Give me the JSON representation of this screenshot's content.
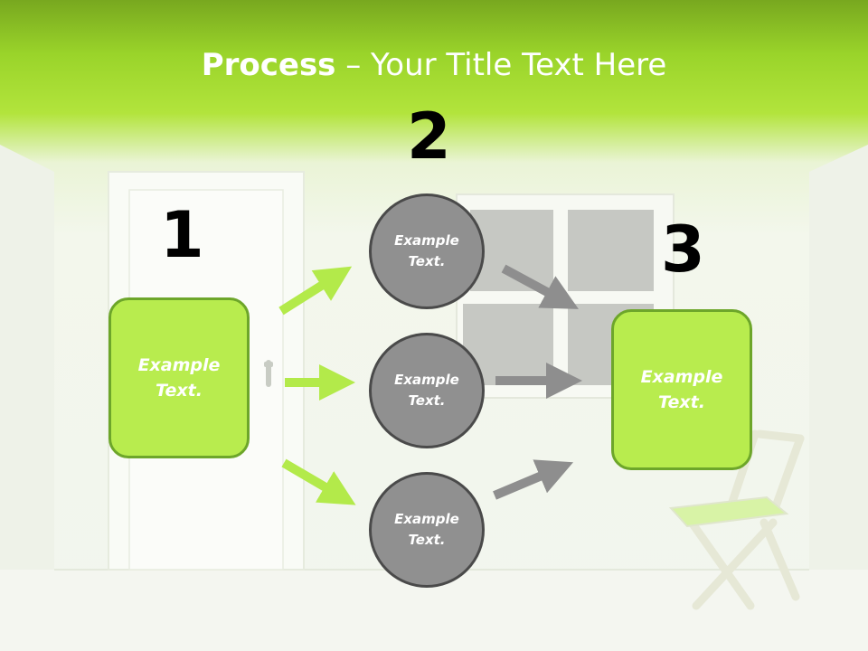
{
  "title": {
    "bold": "Process",
    "rest": " – Your Title Text Here"
  },
  "steps": [
    {
      "number": "1",
      "label": "Example\nText."
    },
    {
      "number": "2",
      "label": "Example\nText."
    },
    {
      "number": "3",
      "label": "Example\nText."
    }
  ],
  "circles": [
    {
      "label": "Example\nText."
    },
    {
      "label": "Example\nText."
    },
    {
      "label": "Example\nText."
    }
  ],
  "colors": {
    "green": "#b8ec4e",
    "green_border": "#6da62a",
    "gray": "#909090",
    "gray_border": "#4a4a4a",
    "green_arrow": "#b3ea4a",
    "gray_arrow": "#8e8e8e"
  }
}
